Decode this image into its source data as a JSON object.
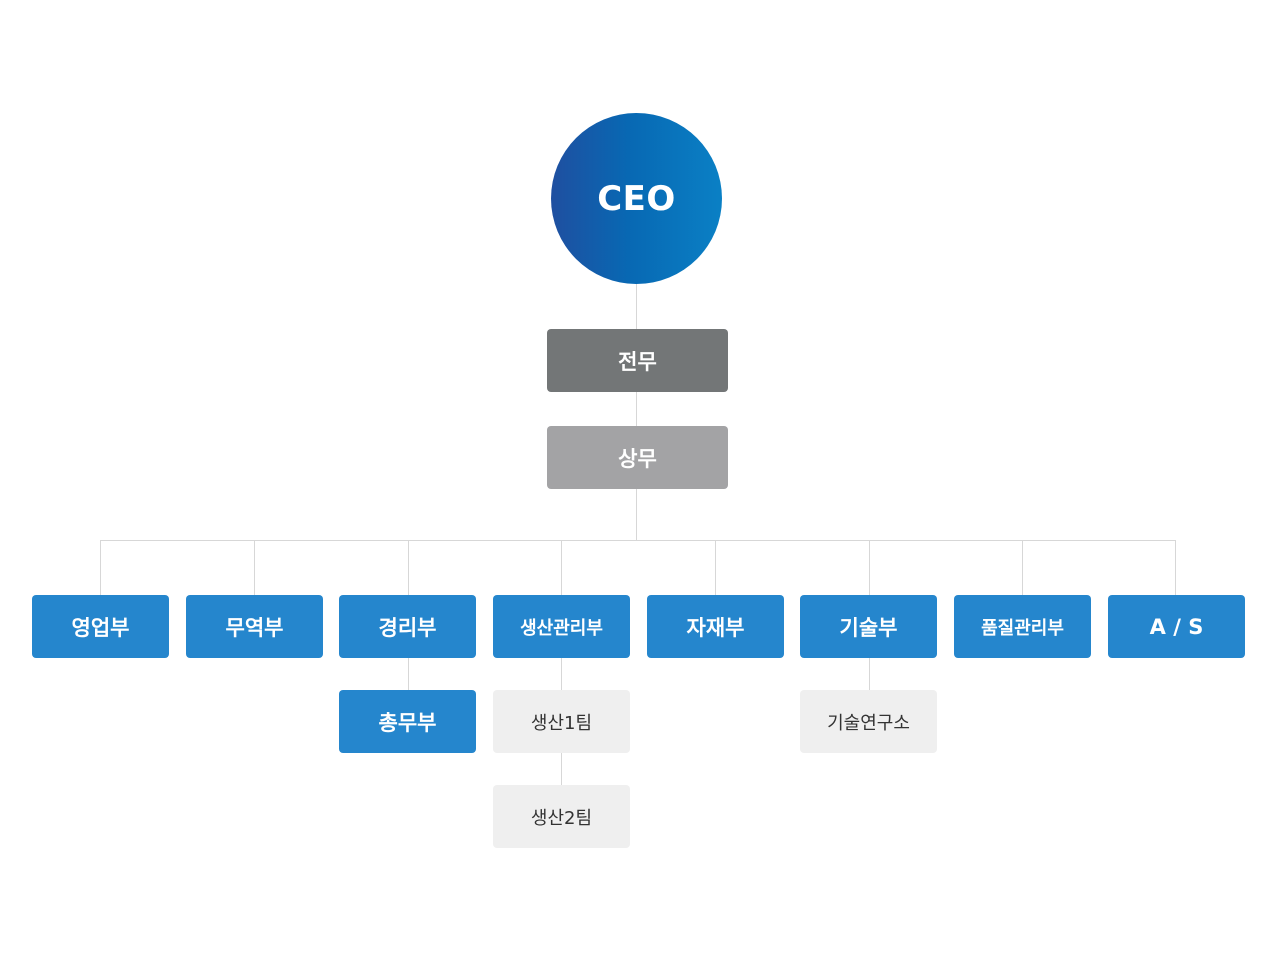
{
  "ceo": {
    "label": "CEO"
  },
  "executives": [
    {
      "label": "전무",
      "color": "#737677"
    },
    {
      "label": "상무",
      "color": "#a3a3a5"
    }
  ],
  "departments": [
    {
      "label": "영업부"
    },
    {
      "label": "무역부"
    },
    {
      "label": "경리부"
    },
    {
      "label": "생산관리부"
    },
    {
      "label": "자재부"
    },
    {
      "label": "기술부"
    },
    {
      "label": "품질관리부"
    },
    {
      "label": "A / S"
    }
  ],
  "sub_units": {
    "general_affairs": "총무부",
    "production_team_1": "생산1팀",
    "production_team_2": "생산2팀",
    "tech_lab": "기술연구소"
  },
  "colors": {
    "department": "#2586cd",
    "team_box": "#efefef",
    "connector": "#d7d7d7"
  }
}
